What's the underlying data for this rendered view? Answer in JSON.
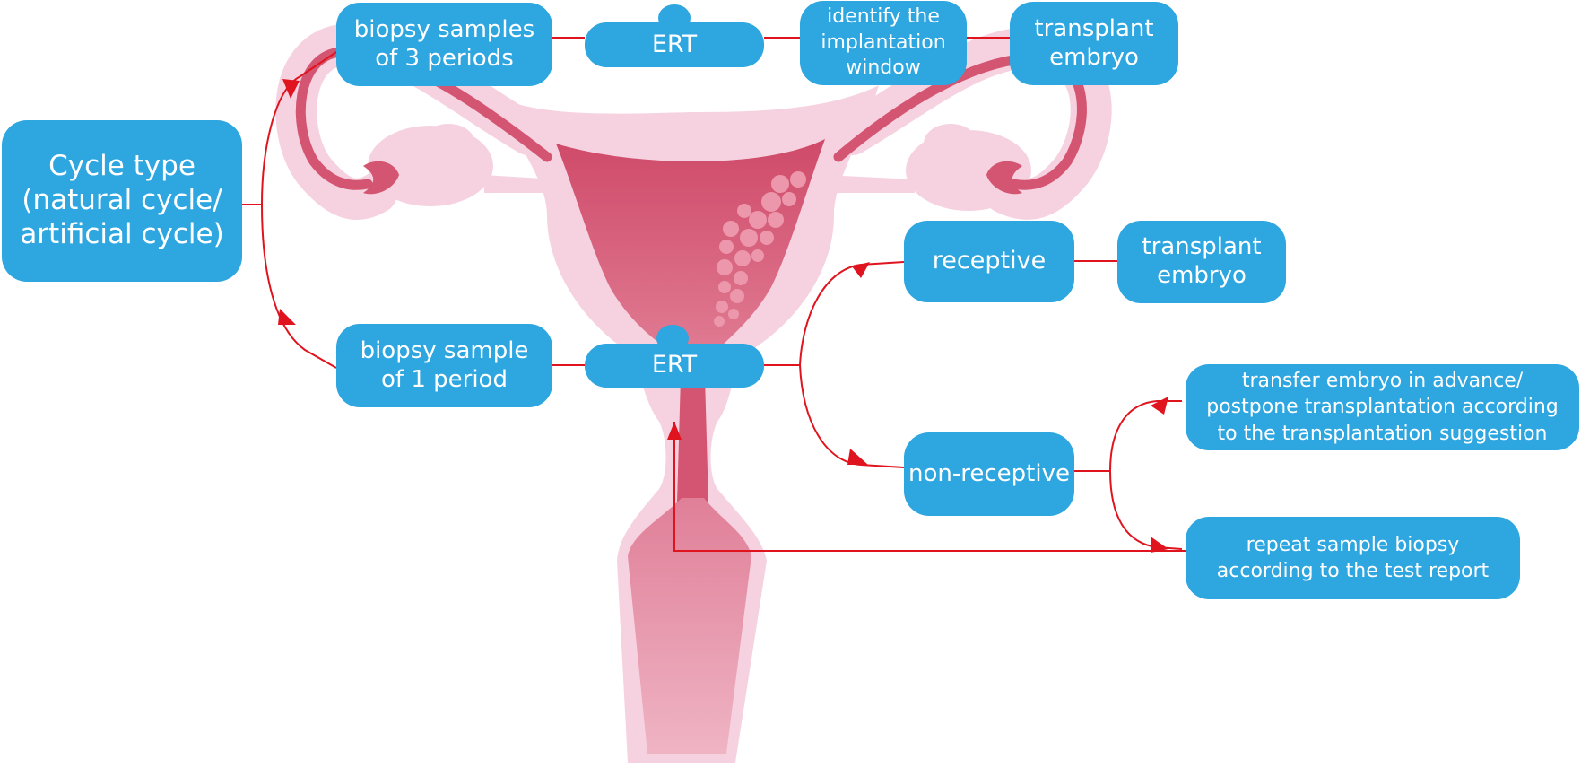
{
  "colors": {
    "box_fill": "#2ea6e0",
    "box_text": "#ffffff",
    "connector": "#e0141e",
    "tissue_light": "#f6d2e0",
    "tissue_dark": "#d45571"
  },
  "nodes": {
    "cycle_type": "Cycle type\n(natural cycle/\nartificial cycle)",
    "biopsy_3": "biopsy samples\nof 3 periods",
    "ert_top": "ERT",
    "identify_window": "identify the\nimplantation\nwindow",
    "transplant_top": "transplant\nembryo",
    "biopsy_1": "biopsy sample\nof 1 period",
    "ert_bottom": "ERT",
    "receptive": "receptive",
    "transplant_receptive": "transplant\nembryo",
    "non_receptive": "non-receptive",
    "transfer_advance": "transfer embryo in advance/\npostpone transplantation according\nto the transplantation suggestion",
    "repeat_biopsy": "repeat sample biopsy\naccording to the test report"
  }
}
